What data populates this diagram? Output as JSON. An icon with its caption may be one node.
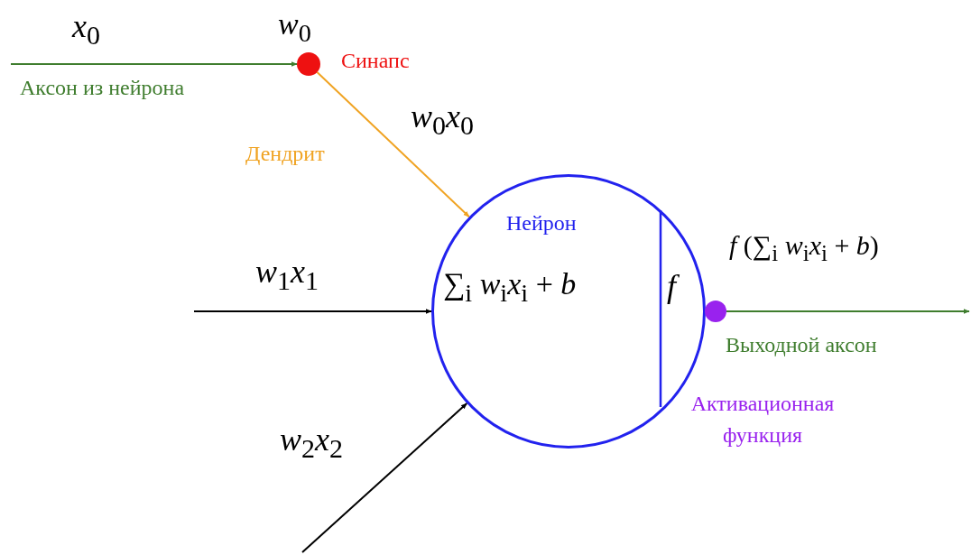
{
  "diagram": {
    "nodes": [
      {
        "text": [],
        "shape": "circle",
        "beside": [
          "Синапс"
        ]
      },
      {
        "text": [
          "Нейрон",
          "∑$_{i}$ *w*$_{i}$*x*$_{i}$ + *b*",
          "*f*"
        ]
      },
      {
        "text": [],
        "shape": "circle"
      }
    ],
    "edges": [
      {
        "from": null,
        "to": 0,
        "arrow": "to",
        "color": "#3f7d2e"
      },
      {
        "from": 0,
        "to": 1,
        "arrow": "to",
        "color": "#f0a322"
      },
      {
        "from": null,
        "to": 1,
        "arrow": "to",
        "color": "#000000"
      },
      {
        "from": null,
        "to": 1,
        "arrow": "to",
        "color": "#000000"
      },
      {
        "from": 2,
        "to": null,
        "arrow": "to",
        "color": "#3f7d2e"
      }
    ],
    "labels": [
      "*x*$_{0}$",
      "*w*$_{0}$",
      "Аксон из нейрона",
      "*w*$_{0}$*x*$_{0}$",
      "Дендрит",
      "*f* (∑$_{i}$ *w*$_{i}$*x*$_{i}$ + *b*)",
      "*w*$_{1}$*x*$_{1}$",
      "Выходной аксон",
      "Активационная функция",
      "*w*$_{2}$*x*$_{2}$"
    ]
  }
}
